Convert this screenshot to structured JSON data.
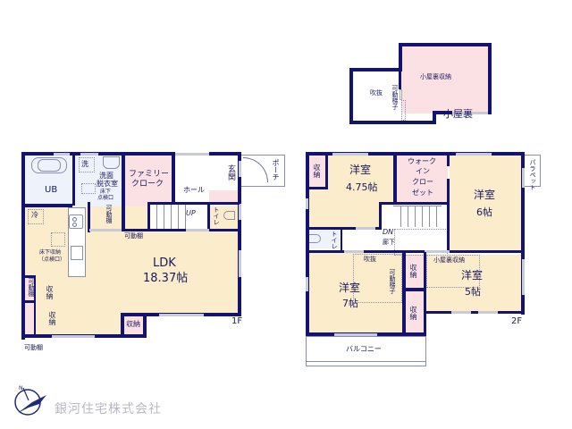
{
  "attic": {
    "title": "小屋裏",
    "rooms": {
      "storage": "小屋裏収納",
      "void": "吹抜",
      "ladder": "可動梯子"
    }
  },
  "floor1": {
    "label": "1F",
    "rooms": {
      "ub": "UB",
      "laundry": "洗",
      "washroom": "洗面\n脱衣室",
      "washroom_l1": "洗面",
      "washroom_l2": "脱衣室",
      "underfloor_check": "床下\n点検口",
      "underfloor_l1": "床下",
      "underfloor_l2": "点検口",
      "movable_shelf_v": "可動棚",
      "family_closet_l1": "ファミリー",
      "family_closet_l2": "クローク",
      "hall": "ホール",
      "entrance": "玄関",
      "porch": "ポーチ",
      "up": "UP",
      "toilet": "トイレ",
      "fridge": "冷",
      "movable_shelf": "可動棚",
      "underfloor_storage_l1": "床下収納",
      "underfloor_storage_l2": "（点検口）",
      "ldk_name": "LDK",
      "ldk_size": "18.37帖",
      "shelf_left_v": "可動棚",
      "storage_a": "収納",
      "storage_b": "収納",
      "storage_c": "収納",
      "shelf_bottom": "可動棚"
    }
  },
  "floor2": {
    "label": "2F",
    "rooms": {
      "storage_tl": "収納",
      "western_a_name": "洋室",
      "western_a_size": "4.75帖",
      "wic_l1": "ウォーク",
      "wic_l2": "イン",
      "wic_l3": "クロー",
      "wic_l4": "ゼット",
      "western_b_name": "洋室",
      "western_b_size": "6帖",
      "parapet": "パラペット",
      "toilet": "トイレ",
      "dn": "DN",
      "corridor": "廊下",
      "void": "吹抜",
      "ladder": "可動梯子",
      "western_c_name": "洋室",
      "western_c_size": "7帖",
      "storage_m1": "収納",
      "storage_m2": "収納",
      "attic_storage": "小屋裏収納",
      "western_d_name": "洋室",
      "western_d_size": "5帖",
      "balcony": "バルコニー"
    }
  },
  "company": {
    "name": "銀河住宅株式会社",
    "logo": "compass-bird-logo"
  },
  "colors": {
    "wall": "#14146e",
    "living_floor": "#fbeccb",
    "storage_floor": "#fbe1e3",
    "wet_floor": "#eef3fb",
    "window": "#c8cad8",
    "company_text": "#b8b8c4"
  }
}
